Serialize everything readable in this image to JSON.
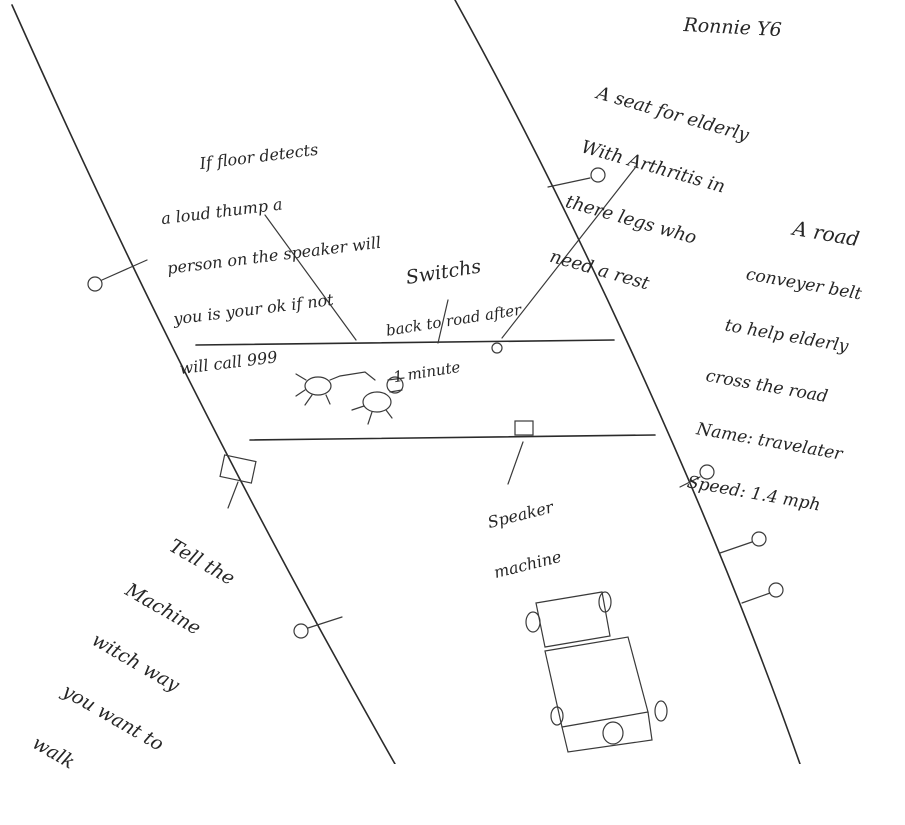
{
  "author": "Ronnie Y6",
  "notes": {
    "seat": [
      "A seat for elderly",
      "With Arthritis in",
      "there legs who",
      "need a rest"
    ],
    "floor": [
      "If floor detects",
      "a loud thump a",
      "person on the speaker will",
      "you is your ok if not",
      "will call 999"
    ],
    "switches": [
      "Switchs",
      "back to road after",
      "1 minute"
    ],
    "road_belt": [
      "A road",
      "conveyer belt",
      "to help elderly",
      "cross the road",
      "Name: travelater",
      "Speed: 1.4 mph"
    ],
    "tell_machine": [
      "Tell the",
      "Machine",
      "witch way",
      "you want to",
      "walk"
    ],
    "speaker_machine": [
      "Speaker",
      "machine"
    ]
  }
}
